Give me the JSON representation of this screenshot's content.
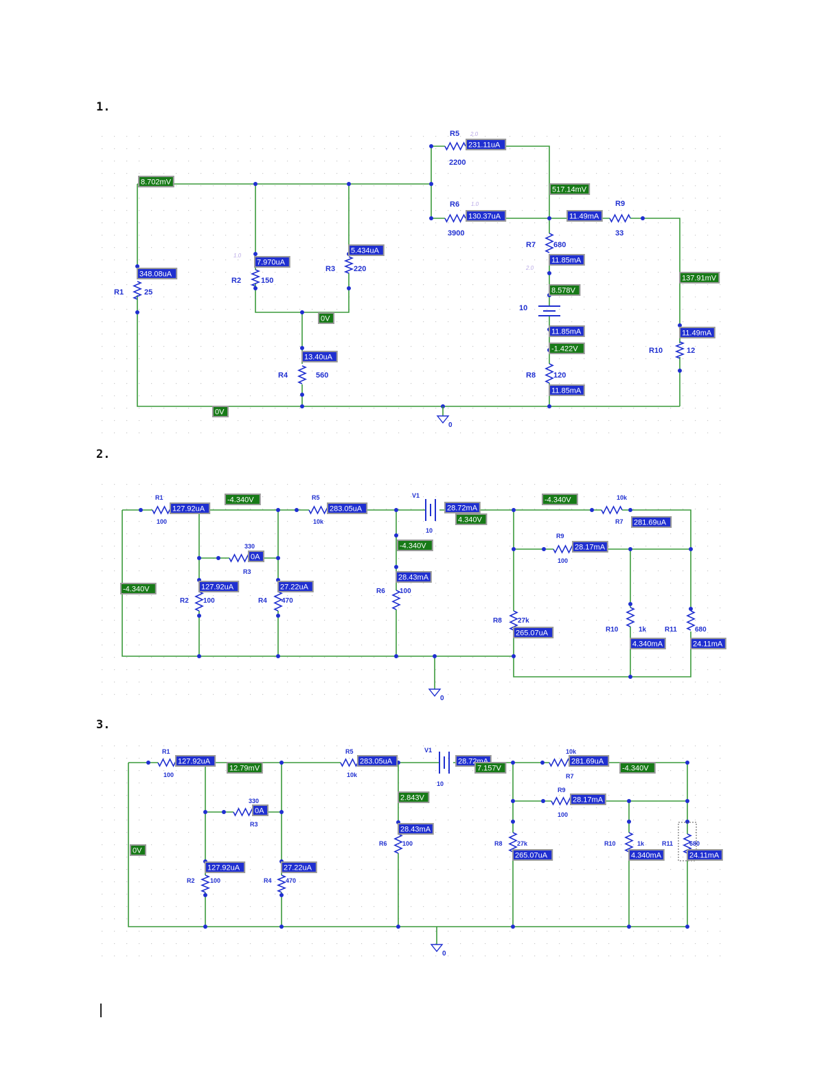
{
  "colors": {
    "wire": "#3a9a3a",
    "node": "#1f2fd0",
    "comp": "#1f2fd0",
    "label": "#1f2fd0",
    "faint": "#b9a9e6",
    "current_badge": "#1f2fd0",
    "voltage_badge": "#177a17",
    "dot_grid": "#c8c8c8"
  },
  "sections": [
    {
      "number": "1.",
      "ground_label": "0",
      "components": [
        {
          "name": "R1",
          "value": "25"
        },
        {
          "name": "R2",
          "value": "150"
        },
        {
          "name": "R3",
          "value": "220"
        },
        {
          "name": "R4",
          "value": "560"
        },
        {
          "name": "R5",
          "value": "2200"
        },
        {
          "name": "R6",
          "value": "3900"
        },
        {
          "name": "R7",
          "value": "680"
        },
        {
          "name": "R8",
          "value": "120"
        },
        {
          "name": "R9",
          "value": "33"
        },
        {
          "name": "R10",
          "value": "12"
        },
        {
          "name": "V",
          "value": "10"
        }
      ],
      "badges": [
        {
          "text": "8.702mV",
          "kind": "voltage"
        },
        {
          "text": "348.08uA",
          "kind": "current"
        },
        {
          "text": "7.970uA",
          "kind": "current"
        },
        {
          "text": "5.434uA",
          "kind": "current"
        },
        {
          "text": "0V",
          "kind": "voltage"
        },
        {
          "text": "13.40uA",
          "kind": "current"
        },
        {
          "text": "0V",
          "kind": "voltage"
        },
        {
          "text": "231.11uA",
          "kind": "current"
        },
        {
          "text": "130.37uA",
          "kind": "current"
        },
        {
          "text": "517.14mV",
          "kind": "voltage"
        },
        {
          "text": "11.49mA",
          "kind": "current"
        },
        {
          "text": "11.85mA",
          "kind": "current"
        },
        {
          "text": "8.578V",
          "kind": "voltage"
        },
        {
          "text": "11.85mA",
          "kind": "current"
        },
        {
          "text": "-1.422V",
          "kind": "voltage"
        },
        {
          "text": "11.85mA",
          "kind": "current"
        },
        {
          "text": "137.91mV",
          "kind": "voltage"
        },
        {
          "text": "11.49mA",
          "kind": "current"
        }
      ]
    },
    {
      "number": "2.",
      "ground_label": "0",
      "components": [
        {
          "name": "R1",
          "value": "100"
        },
        {
          "name": "R2",
          "value": "100"
        },
        {
          "name": "R3",
          "value": "330"
        },
        {
          "name": "R4",
          "value": "470"
        },
        {
          "name": "R5",
          "value": "10k"
        },
        {
          "name": "R6",
          "value": "100"
        },
        {
          "name": "R7",
          "value": "10k"
        },
        {
          "name": "R8",
          "value": "27k"
        },
        {
          "name": "R9",
          "value": "100"
        },
        {
          "name": "R10",
          "value": "1k"
        },
        {
          "name": "R11",
          "value": "680"
        },
        {
          "name": "V1",
          "value": "10"
        }
      ],
      "badges": [
        {
          "text": "127.92uA",
          "kind": "current"
        },
        {
          "text": "-4.340V",
          "kind": "voltage"
        },
        {
          "text": "283.05uA",
          "kind": "current"
        },
        {
          "text": "28.72mA",
          "kind": "current"
        },
        {
          "text": "4.340V",
          "kind": "voltage"
        },
        {
          "text": "-4.340V",
          "kind": "voltage"
        },
        {
          "text": "281.69uA",
          "kind": "current"
        },
        {
          "text": "0A",
          "kind": "current"
        },
        {
          "text": "-4.340V",
          "kind": "voltage"
        },
        {
          "text": "28.17mA",
          "kind": "current"
        },
        {
          "text": "28.43mA",
          "kind": "current"
        },
        {
          "text": "-4.340V",
          "kind": "voltage"
        },
        {
          "text": "127.92uA",
          "kind": "current"
        },
        {
          "text": "27.22uA",
          "kind": "current"
        },
        {
          "text": "265.07uA",
          "kind": "current"
        },
        {
          "text": "4.340mA",
          "kind": "current"
        },
        {
          "text": "24.11mA",
          "kind": "current"
        }
      ]
    },
    {
      "number": "3.",
      "ground_label": "0",
      "components": [
        {
          "name": "R1",
          "value": "100"
        },
        {
          "name": "R2",
          "value": "100"
        },
        {
          "name": "R3",
          "value": "330"
        },
        {
          "name": "R4",
          "value": "470"
        },
        {
          "name": "R5",
          "value": "10k"
        },
        {
          "name": "R6",
          "value": "100"
        },
        {
          "name": "R7",
          "value": "10k"
        },
        {
          "name": "R8",
          "value": "27k"
        },
        {
          "name": "R9",
          "value": "100"
        },
        {
          "name": "R10",
          "value": "1k"
        },
        {
          "name": "R11",
          "value": "680"
        },
        {
          "name": "V1",
          "value": "10"
        }
      ],
      "badges": [
        {
          "text": "127.92uA",
          "kind": "current"
        },
        {
          "text": "12.79mV",
          "kind": "voltage"
        },
        {
          "text": "283.05uA",
          "kind": "current"
        },
        {
          "text": "28.72mA",
          "kind": "current"
        },
        {
          "text": "7.157V",
          "kind": "voltage"
        },
        {
          "text": "281.69uA",
          "kind": "current"
        },
        {
          "text": "-4.340V",
          "kind": "voltage"
        },
        {
          "text": "0A",
          "kind": "current"
        },
        {
          "text": "28.17mA",
          "kind": "current"
        },
        {
          "text": "2.843V",
          "kind": "voltage"
        },
        {
          "text": "28.43mA",
          "kind": "current"
        },
        {
          "text": "0V",
          "kind": "voltage"
        },
        {
          "text": "265.07uA",
          "kind": "current"
        },
        {
          "text": "4.340mA",
          "kind": "current"
        },
        {
          "text": "24.11mA",
          "kind": "current"
        },
        {
          "text": "127.92uA",
          "kind": "current"
        },
        {
          "text": "27.22uA",
          "kind": "current"
        }
      ]
    }
  ]
}
